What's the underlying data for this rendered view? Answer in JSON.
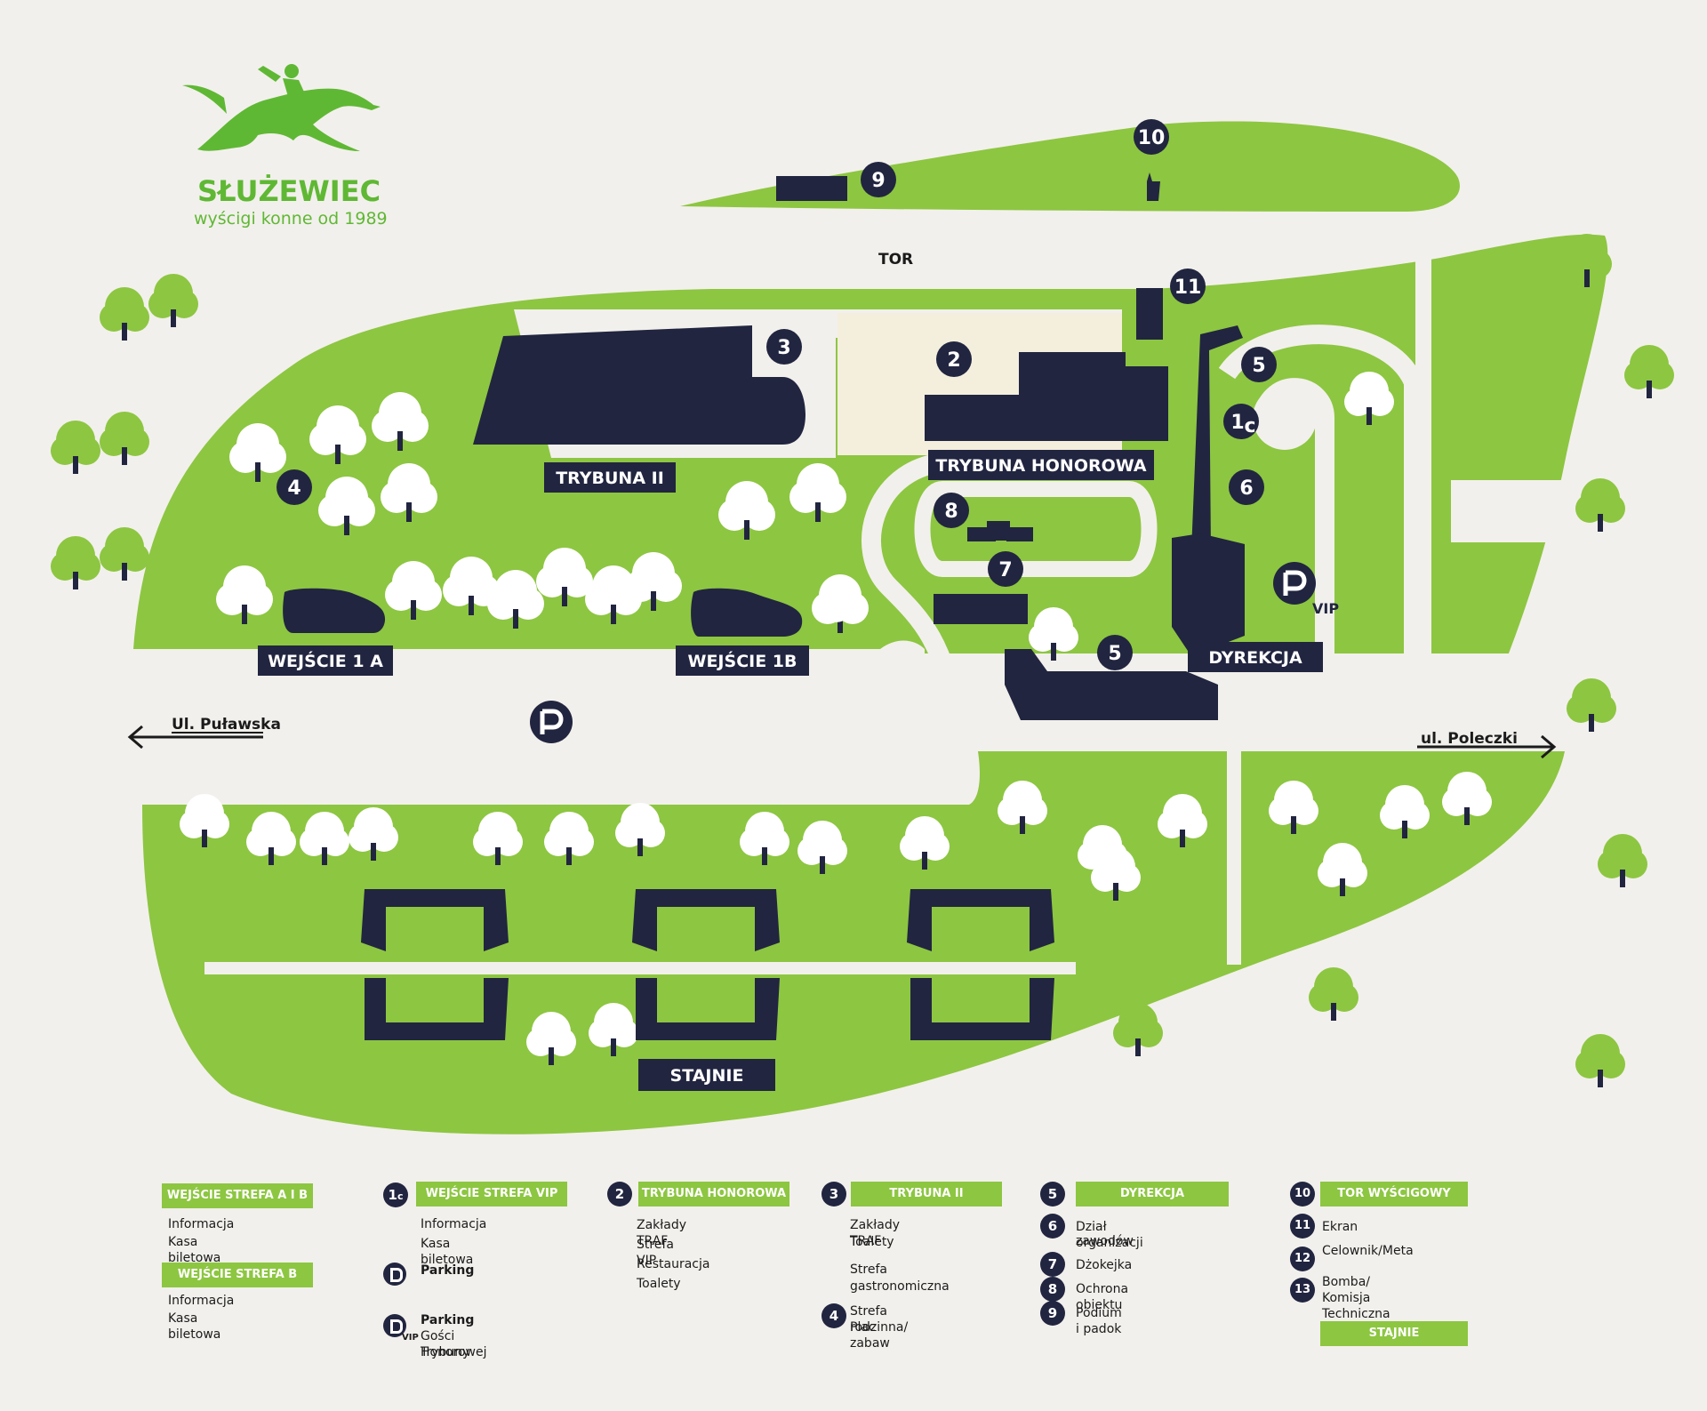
{
  "brand": {
    "name": "SŁUŻEWIEC",
    "tagline": "wyścigi konne od 1989",
    "color": "#5fb834"
  },
  "colors": {
    "grass": "#8dc641",
    "building": "#212540",
    "background": "#f2f0ec",
    "tree": "#ffffff"
  },
  "map": {
    "track_label": "TOR",
    "street_left": "Ul. Puławska",
    "street_right": "ul. Poleczki",
    "vip_label": "VIP",
    "area_labels": {
      "trybuna_ii": "TRYBUNA II",
      "trybuna_honorowa": "TRYBUNA HONOROWA",
      "wejscie_1a": "WEJŚCIE 1 A",
      "wejscie_1b": "WEJŚCIE 1B",
      "dyrekcja": "DYREKCJA",
      "stajnie": "STAJNIE"
    },
    "markers": {
      "m10": "10",
      "m9": "9",
      "m11": "11",
      "m3": "3",
      "m2": "2",
      "m5a": "5",
      "m1c_main": "1",
      "m1c_sub": "c",
      "m4": "4",
      "m6": "6",
      "m8": "8",
      "m7": "7",
      "m5b": "5"
    }
  },
  "legend": {
    "col1": {
      "head1": "WEJŚCIE STREFA A I B",
      "items1": [
        "Informacja",
        "Kasa biletowa"
      ],
      "head2": "WEJŚCIE STREFA B",
      "items2": [
        "Informacja",
        "Kasa biletowa"
      ]
    },
    "col2": {
      "badge_main": "1",
      "badge_sub": "c",
      "head": "WEJŚCIE STREFA VIP",
      "items": [
        "Informacja",
        "Kasa biletowa"
      ],
      "parking": "Parking",
      "parking_vip": "Parking",
      "parking_vip_desc1": "Gości Trybuny",
      "parking_vip_desc2": "Honorowej",
      "vip_tag": "VIP"
    },
    "col3": {
      "num": "2",
      "head": "TRYBUNA HONOROWA",
      "items": [
        "Zakłady TRAF",
        "Strefa VIP",
        "Restauracja",
        "Toalety"
      ]
    },
    "col4": {
      "num": "3",
      "head": "TRYBUNA II",
      "items": [
        "Zakłady TRAF",
        "Toalety",
        "Strefa",
        "gastronomiczna"
      ],
      "num4": "4",
      "item4a": "Strefa rodzinna/",
      "item4b": "Plac zabaw"
    },
    "col5": {
      "num": "5",
      "head": "DYREKCJA",
      "entries": [
        {
          "num": "6",
          "text": "Dział organizacji",
          "text2": "zawodów"
        },
        {
          "num": "7",
          "text": "Dżokejka"
        },
        {
          "num": "8",
          "text": "Ochrona obiektu"
        },
        {
          "num": "9",
          "text": "Podium i padok"
        }
      ]
    },
    "col6": {
      "num": "10",
      "head": "TOR WYŚCIGOWY",
      "entries": [
        {
          "num": "11",
          "text": "Ekran"
        },
        {
          "num": "12",
          "text": "Celownik/Meta"
        },
        {
          "num": "13",
          "text": "Bomba/",
          "text2": "Komisja Techniczna"
        }
      ],
      "stajnie": "STAJNIE"
    }
  }
}
